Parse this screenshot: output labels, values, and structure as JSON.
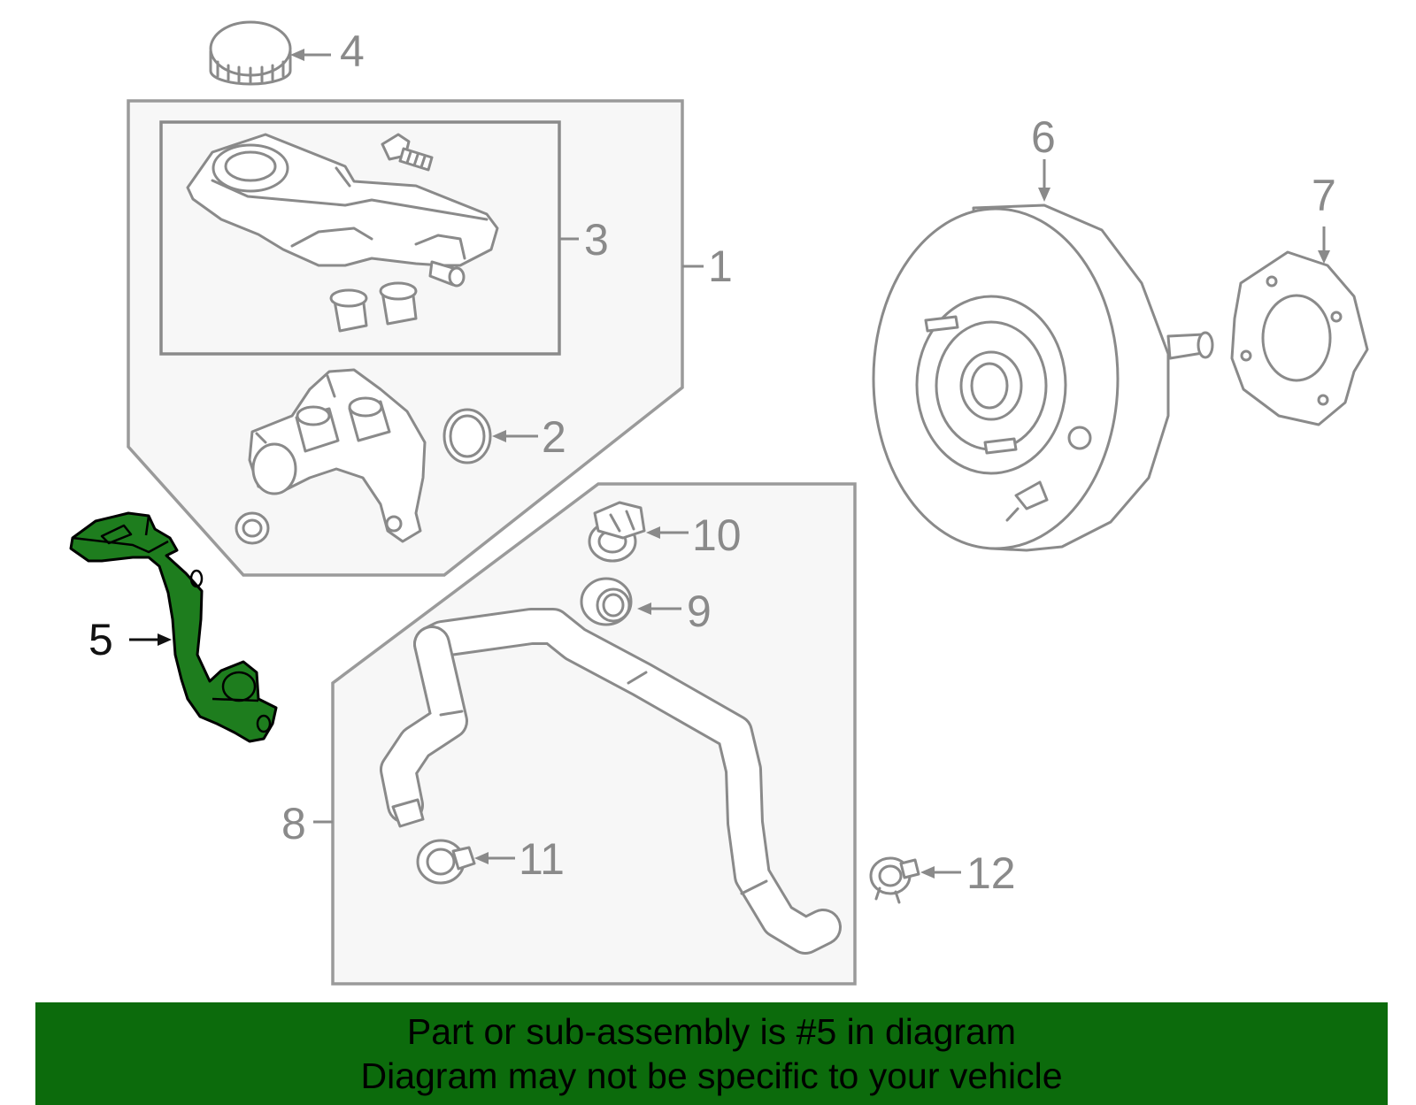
{
  "callouts": {
    "c1": "1",
    "c2": "2",
    "c3": "3",
    "c4": "4",
    "c5": "5",
    "c6": "6",
    "c7": "7",
    "c8": "8",
    "c9": "9",
    "c10": "10",
    "c11": "11",
    "c12": "12"
  },
  "highlighted_part": "5",
  "colors": {
    "highlight_part": "#1e7d1e",
    "banner_background": "#0c6b0c",
    "line_art": "#8a8a8a"
  },
  "banner": {
    "line1": "Part or sub-assembly is #5 in diagram",
    "line2": "Diagram may not be specific to your vehicle"
  }
}
